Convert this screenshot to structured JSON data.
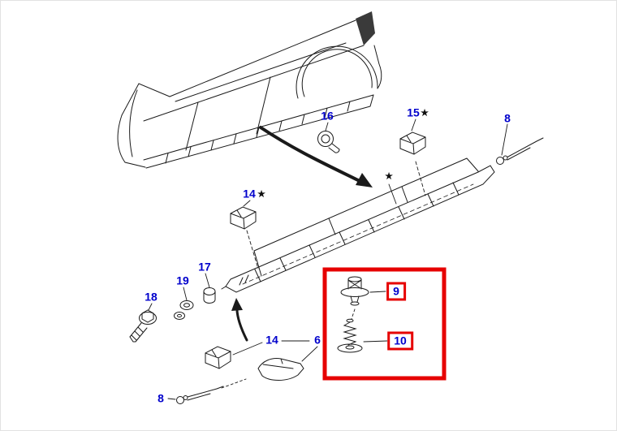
{
  "diagram": {
    "type": "exploded-parts-diagram",
    "subject": "vehicle side sill / rocker molding assembly",
    "colors": {
      "background": "#ffffff",
      "line": "#1a1a1a",
      "label": "#0000cc",
      "highlight": "#e60000",
      "star": "#111111"
    },
    "star_char": "★",
    "labels": [
      {
        "id": "16",
        "text": "16",
        "star": false,
        "highlighted": false
      },
      {
        "id": "15",
        "text": "15",
        "star": true,
        "highlighted": false
      },
      {
        "id": "8-top",
        "text": "8",
        "star": false,
        "highlighted": false
      },
      {
        "id": "14-top",
        "text": "14",
        "star": true,
        "highlighted": false
      },
      {
        "id": "star-note",
        "text": "★",
        "star": false,
        "highlighted": false
      },
      {
        "id": "17",
        "text": "17",
        "star": false,
        "highlighted": false
      },
      {
        "id": "19",
        "text": "19",
        "star": false,
        "highlighted": false
      },
      {
        "id": "18",
        "text": "18",
        "star": false,
        "highlighted": false
      },
      {
        "id": "14-bottom",
        "text": "14",
        "star": false,
        "highlighted": false
      },
      {
        "id": "6",
        "text": "6",
        "star": false,
        "highlighted": false
      },
      {
        "id": "8-bottom",
        "text": "8",
        "star": false,
        "highlighted": false
      },
      {
        "id": "9",
        "text": "9",
        "star": false,
        "highlighted": true
      },
      {
        "id": "10",
        "text": "10",
        "star": false,
        "highlighted": true
      }
    ]
  }
}
